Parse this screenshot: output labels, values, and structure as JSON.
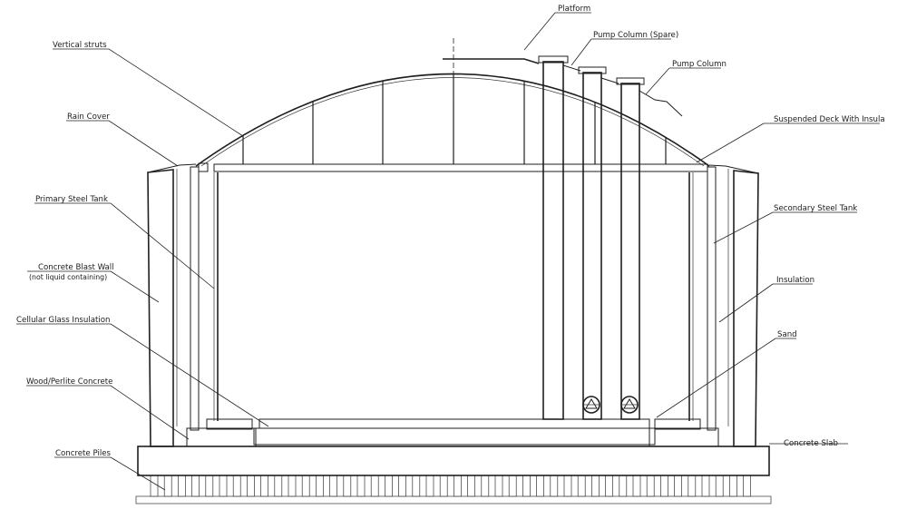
{
  "labels": {
    "platform": "Platform",
    "pump_column_spare": "Pump Column (Spare)",
    "pump_column": "Pump Column",
    "vertical_struts": "Vertical struts",
    "rain_cover": "Rain Cover",
    "suspended_deck": "Suspended Deck With Insula",
    "primary_steel_tank": "Primary Steel Tank",
    "secondary_steel_tank": "Secondary Steel Tank",
    "concrete_blast_wall_line1": "Concrete Blast Wall",
    "concrete_blast_wall_line2": "(not liquid containing)",
    "insulation": "Insulation",
    "cellular_glass_insulation": "Cellular Glass Insulation",
    "sand": "Sand",
    "wood_perlite_concrete": "Wood/Perlite Concrete",
    "concrete_piles": "Concrete Piles",
    "concrete_slab": "Concrete Slab"
  },
  "colors": {
    "line": "#1f1f1f",
    "background": "#ffffff",
    "dark_block": "#222222"
  }
}
